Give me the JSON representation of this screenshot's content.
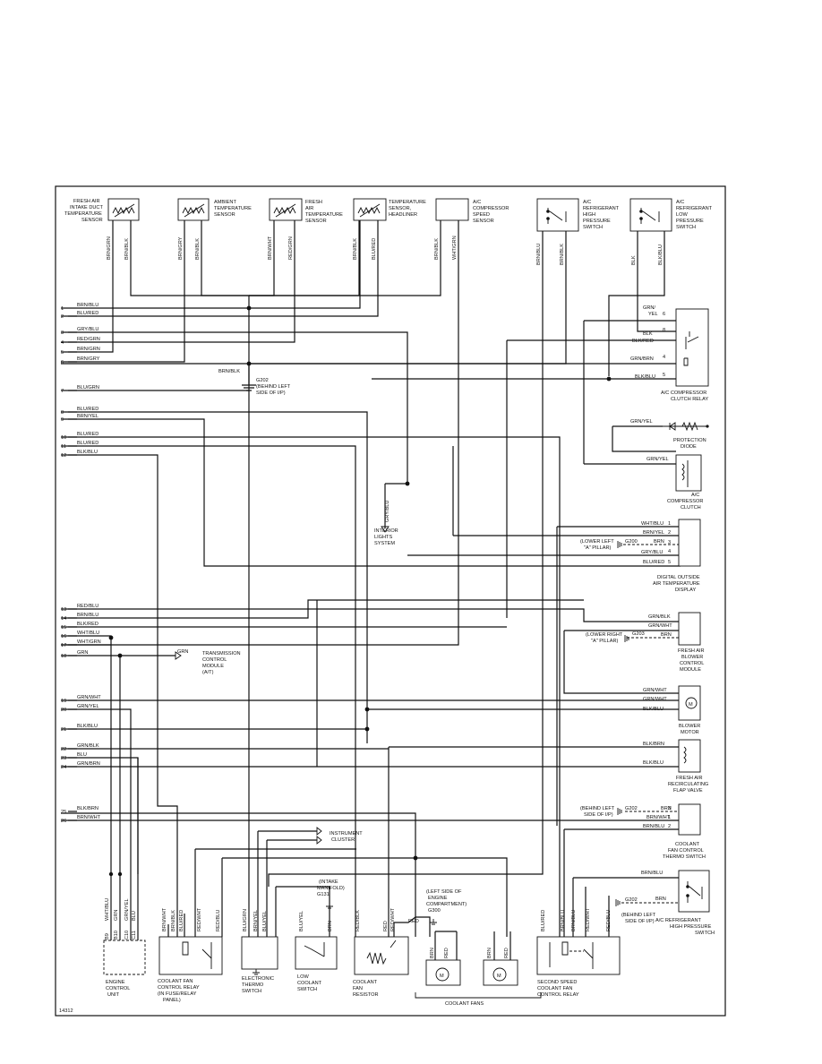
{
  "figure_id": "14312",
  "components": {
    "fresh_air_intake_sensor": [
      "FRESH AIR",
      "INTAKE DUCT",
      "TEMPERATURE",
      "SENSOR"
    ],
    "ambient_sensor": [
      "AMBIENT",
      "TEMPERATURE",
      "SENSOR"
    ],
    "fresh_air_temp_sensor": [
      "FRESH",
      "AIR",
      "TEMPERATURE",
      "SENSOR"
    ],
    "headliner_sensor": [
      "TEMPERATURE",
      "SENSOR,",
      "HEADLINER"
    ],
    "compressor_speed_sensor": [
      "A/C",
      "COMPRESSOR",
      "SPEED",
      "SENSOR"
    ],
    "high_pressure_switch": [
      "A/C",
      "REFRIGERANT",
      "HIGH",
      "PRESSURE",
      "SWITCH"
    ],
    "low_pressure_switch": [
      "A/C",
      "REFRIGERANT",
      "LOW",
      "PRESSURE",
      "SWITCH"
    ],
    "clutch_relay": [
      "A/C COMPRESSOR",
      "CLUTCH RELAY"
    ],
    "protection_diode": [
      "PROTECTION",
      "DIODE"
    ],
    "compressor_clutch": [
      "A/C",
      "COMPRESSOR",
      "CLUTCH"
    ],
    "temperature_display": [
      "DIGITAL OUTSIDE",
      "AIR TEMPERATURE",
      "DISPLAY"
    ],
    "blower_control": [
      "FRESH AIR",
      "BLOWER",
      "CONTROL",
      "MODULE"
    ],
    "blower_motor": [
      "BLOWER",
      "MOTOR"
    ],
    "recirc_flap": [
      "FRESH AIR",
      "RECIRCULATING",
      "FLAP VALVE"
    ],
    "thermo_switch": [
      "COOLANT",
      "FAN CONTROL",
      "THERMO SWITCH"
    ],
    "hp_switch_bottom": [
      "A/C REFRIGERANT",
      "HIGH PRESSURE",
      "SWITCH"
    ],
    "engine_control_unit": [
      "ENGINE",
      "CONTROL",
      "UNIT"
    ],
    "fan_control_relay": [
      "COOLANT FAN",
      "CONTROL RELAY",
      "(IN FUSE/RELAY",
      "PANEL)"
    ],
    "electronic_thermo_switch": [
      "ELECTRONIC",
      "THERMO",
      "SWITCH"
    ],
    "low_coolant_switch": [
      "LOW",
      "COOLANT",
      "SWITCH"
    ],
    "fan_resistor": [
      "COOLANT",
      "FAN",
      "RESISTOR"
    ],
    "coolant_fans": [
      "COOLANT FANS"
    ],
    "second_speed_relay": [
      "SECOND SPEED",
      "COOLANT FAN",
      "CONTROL RELAY"
    ],
    "interior_lights": [
      "INTERIOR",
      "LIGHTS",
      "SYSTEM"
    ],
    "transmission_module": [
      "TRANSMISSION",
      "CONTROL",
      "MODULE",
      "(A/T)"
    ],
    "instrument_cluster": [
      "INSTRUMENT",
      "CLUSTER"
    ]
  },
  "grounds": {
    "g202_top": [
      "G202",
      "(BEHIND LEFT",
      "SIDE OF I/P)"
    ],
    "g200_display": [
      "(LOWER LEFT",
      "\"A\" PILLAR)"
    ],
    "g200_label": "G200",
    "g203": [
      "(LOWER RIGHT",
      "\"A\" PILLAR)"
    ],
    "g203_label": "G203",
    "g202_thermo": [
      "(BEHIND LEFT",
      "SIDE OF I/P)"
    ],
    "g202_label": "G202",
    "g202_bottom": [
      "(BEHIND LEFT",
      "SIDE OF I/P)"
    ],
    "g131": [
      "(INTAKE",
      "MANIFOLD)",
      "G131"
    ],
    "g300": [
      "(LEFT SIDE OF",
      "ENGINE",
      "COMPARTMENT)",
      "G300"
    ]
  },
  "left_connector": [
    {
      "pin": "1",
      "wire": "BRN/BLU"
    },
    {
      "pin": "2",
      "wire": "BLU/RED"
    },
    {
      "pin": "3",
      "wire": "GRY/BLU"
    },
    {
      "pin": "4",
      "wire": "RED/GRN"
    },
    {
      "pin": "5",
      "wire": "BRN/GRN"
    },
    {
      "pin": "6",
      "wire": "BRN/GRY"
    },
    {
      "pin": "7",
      "wire": "BLU/GRN"
    },
    {
      "pin": "8",
      "wire": "BLU/RED"
    },
    {
      "pin": "9",
      "wire": "BRN/YEL"
    },
    {
      "pin": "10",
      "wire": "BLU/RED"
    },
    {
      "pin": "11",
      "wire": "BLU/RED"
    },
    {
      "pin": "12",
      "wire": "BLK/BLU"
    },
    {
      "pin": "13",
      "wire": "RED/BLU"
    },
    {
      "pin": "14",
      "wire": "BRN/BLU"
    },
    {
      "pin": "15",
      "wire": "BLK/RED"
    },
    {
      "pin": "16",
      "wire": "WHT/BLU"
    },
    {
      "pin": "17",
      "wire": "WHT/GRN"
    },
    {
      "pin": "18",
      "wire": "GRN"
    },
    {
      "pin": "19",
      "wire": "GRN/WHT"
    },
    {
      "pin": "20",
      "wire": "GRN/YEL"
    },
    {
      "pin": "21",
      "wire": "BLK/BLU"
    },
    {
      "pin": "22",
      "wire": "GRN/BLK"
    },
    {
      "pin": "23",
      "wire": "BLU"
    },
    {
      "pin": "24",
      "wire": "GRN/BRN"
    },
    {
      "pin": "25",
      "wire": "BLK/BRN"
    },
    {
      "pin": "26",
      "wire": "BRN/WHT"
    }
  ],
  "splice_wires": {
    "brn_blk": "BRN/BLK",
    "gry_blu": "GRY/BLU",
    "grn": "GRN",
    "red": "RED"
  },
  "sensor_wires": {
    "s1": [
      "BRN/GRN",
      "BRN/BLK"
    ],
    "s2": [
      "BRN/GRY",
      "BRN/BLK"
    ],
    "s3": [
      "BRN/WHT",
      "RED/GRN"
    ],
    "s4": [
      "BRN/BLK",
      "BLU/RED"
    ],
    "s5": [
      "BRN/BLK",
      "WHT/GRN"
    ],
    "s6": [
      "BRN/BLU",
      "BRN/BLK"
    ],
    "s7": [
      "BLK",
      "BLK/BLU"
    ]
  },
  "relay_wires": [
    {
      "pin": "6",
      "wire": "GRN/",
      "wire2": "YEL"
    },
    {
      "pin": "8",
      "wire": "BLK"
    },
    {
      "pin": "",
      "wire": "BLK/RED"
    },
    {
      "pin": "4",
      "wire": "GRN/BRN"
    },
    {
      "pin": "5",
      "wire": "BLK/BLU"
    }
  ],
  "diode_wire": "GRN/YEL",
  "clutch_wire": "GRN/YEL",
  "display_wires": [
    {
      "pin": "1",
      "wire": "WHT/BLU"
    },
    {
      "pin": "2",
      "wire": "BRN/YEL"
    },
    {
      "pin": "3",
      "wire": "BRN"
    },
    {
      "pin": "4",
      "wire": "GRY/BLU"
    },
    {
      "pin": "5",
      "wire": "BLU/RED"
    }
  ],
  "blower_control_wires": [
    "GRN/BLK",
    "GRN/WHT",
    "BRN"
  ],
  "blower_motor_wires": [
    "GRN/WHT",
    "GRN/WHT",
    "BLK/BLU"
  ],
  "flap_wires": [
    "BLK/BRN",
    "BLK/BLU"
  ],
  "thermo_wires": [
    {
      "pin": "3",
      "wire": "BRN"
    },
    {
      "pin": "1",
      "wire": "BRN/WHT"
    },
    {
      "pin": "2",
      "wire": "BRN/BLU"
    }
  ],
  "hp_bottom_wires": [
    "BRN/BLU",
    "BRN"
  ],
  "bottom_vertical_wires": {
    "ecu": [
      "WHT/BLU",
      "GRN",
      "GRN/YEL",
      "BLU"
    ],
    "ecu_pins": [
      "B9",
      "B10",
      "C10",
      "C11"
    ],
    "relay1": [
      "BRN/WHT",
      "BRN/BLK",
      "BLU/RED",
      "RED/WHT",
      "RED/BLU"
    ],
    "ets": [
      "BLU/GRN",
      "BRN/YEL",
      "BLU/YEL"
    ],
    "lcs": [
      "BLU/YEL",
      "BRN"
    ],
    "resistor": [
      "RED/BLK",
      "RED",
      "RED/WHT"
    ],
    "fans": [
      "BRN",
      "RED",
      "BRN",
      "RED"
    ],
    "relay2": [
      "BLU/RED",
      "BRN/BLU",
      "BRN/BLU",
      "RED/WHT",
      "RED/BLU"
    ]
  }
}
